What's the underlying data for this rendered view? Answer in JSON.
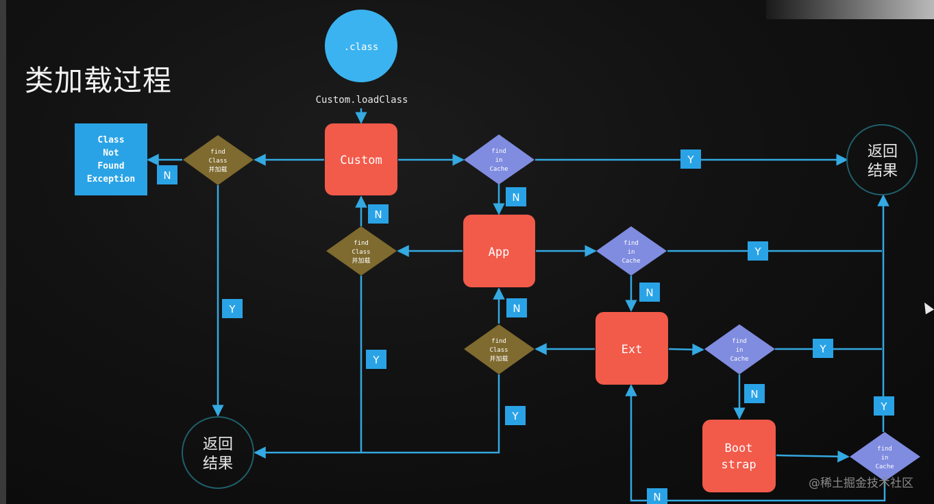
{
  "title": "类加载过程",
  "watermark": "@稀土掘金技术社区",
  "diagram": {
    "start_node": ".class",
    "entry_call": "Custom.loadClass",
    "loaders": {
      "custom": "Custom",
      "app": "App",
      "ext": "Ext",
      "boot_line1": "Boot",
      "boot_line2": "strap"
    },
    "cache_check": [
      "find",
      "in",
      "Cache"
    ],
    "find_class": [
      "find",
      "Class",
      "并加载"
    ],
    "exception": [
      "Class",
      "Not",
      "Found",
      "Exception"
    ],
    "result": [
      "返回",
      "结果"
    ],
    "yes": "Y",
    "no": "N",
    "colors": {
      "start": "#3bb3f0",
      "loader": "#f25a4a",
      "cache": "#7f8ce0",
      "find_class": "#7f6a2f",
      "label_box": "#2aa3e6",
      "exception_box": "#2aa3e6",
      "line": "#34a9e2",
      "result_ring": "#1f5f6b"
    }
  }
}
